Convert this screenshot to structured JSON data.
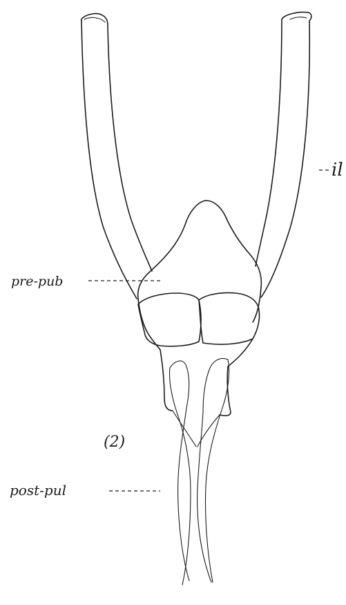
{
  "labels": {
    "ilium": "il",
    "prepubis": "pre-pub",
    "postpubis": "post-pul",
    "figure_number": "(2)"
  },
  "colors": {
    "ink": "#1a1a1a",
    "paper": "#ffffff"
  }
}
